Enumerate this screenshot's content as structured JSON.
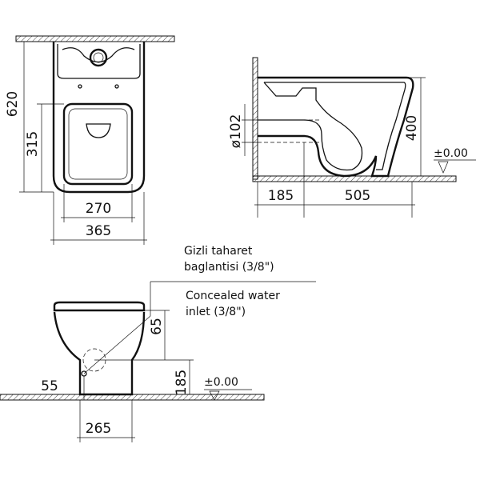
{
  "top_view": {
    "dim_depth": "620",
    "dim_seat_depth": "315",
    "dim_seat_width": "270",
    "dim_width": "365"
  },
  "side_view": {
    "dim_outlet_dia": "ø102",
    "dim_outlet_height": "400",
    "level": "±0.00",
    "dim_outlet_offset": "185",
    "dim_bowl_length": "505"
  },
  "front_view": {
    "note_tr_1": "Gizli taharet",
    "note_tr_2": "baglantisi (3/8\")",
    "note_en_1": "Concealed water",
    "note_en_2": "inlet (3/8\")",
    "dim_inlet_offset": "65",
    "dim_inlet_height": "185",
    "level": "±0.00",
    "dim_side": "55",
    "dim_base_width": "265"
  }
}
